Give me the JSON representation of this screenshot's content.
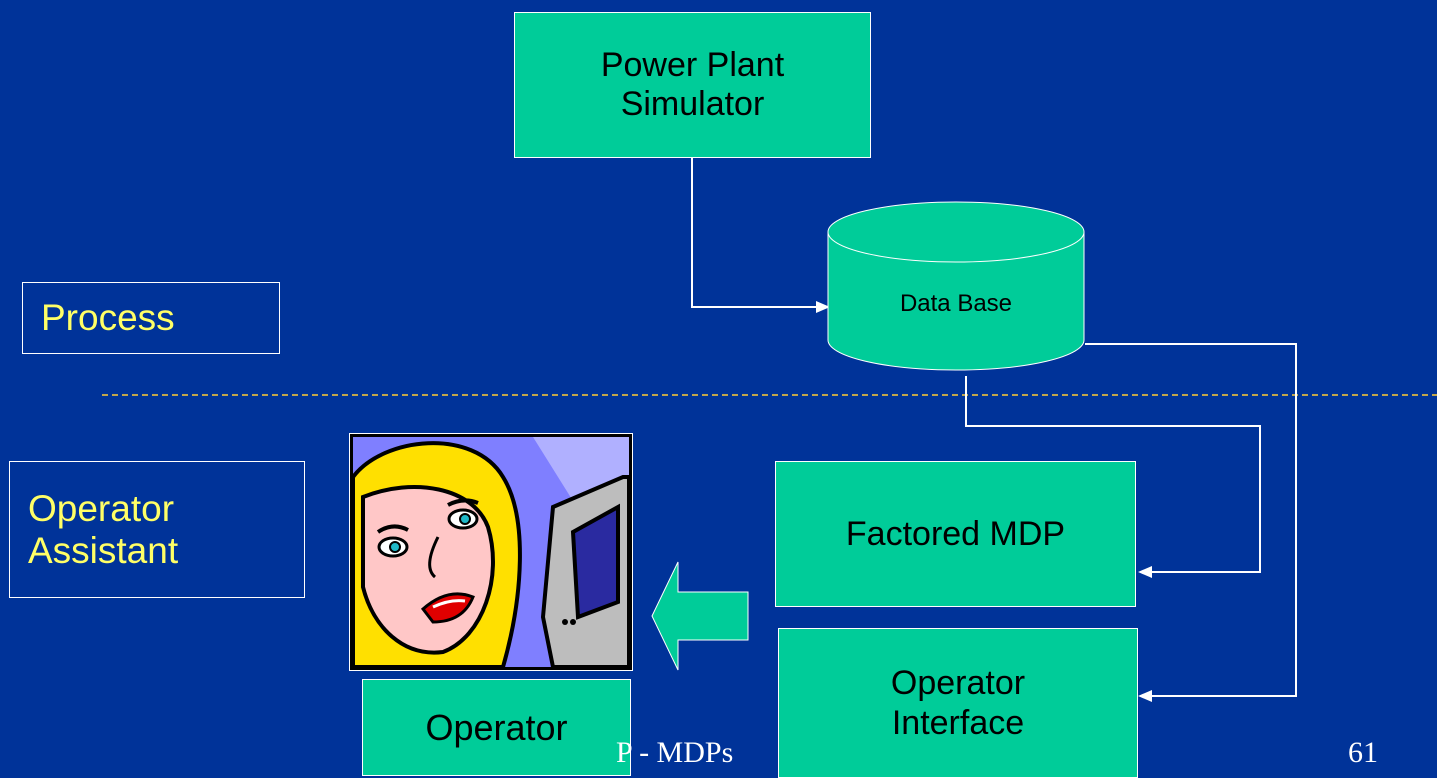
{
  "nodes": {
    "power_plant": "Power Plant Simulator",
    "power_plant_line1": "Power Plant",
    "power_plant_line2": "Simulator",
    "database": "Data Base",
    "factored_mdp": "Factored MDP",
    "operator_interface_line1": "Operator",
    "operator_interface_line2": "Interface",
    "operator": "Operator"
  },
  "layers": {
    "process": "Process",
    "assistant_line1": "Operator",
    "assistant_line2": "Assistant"
  },
  "footer": {
    "title": "P - MDPs",
    "page_number": "61"
  },
  "colors": {
    "background": "#003399",
    "box_fill": "#00cc99",
    "label_text": "#ffff66",
    "divider": "#ffcc33"
  }
}
